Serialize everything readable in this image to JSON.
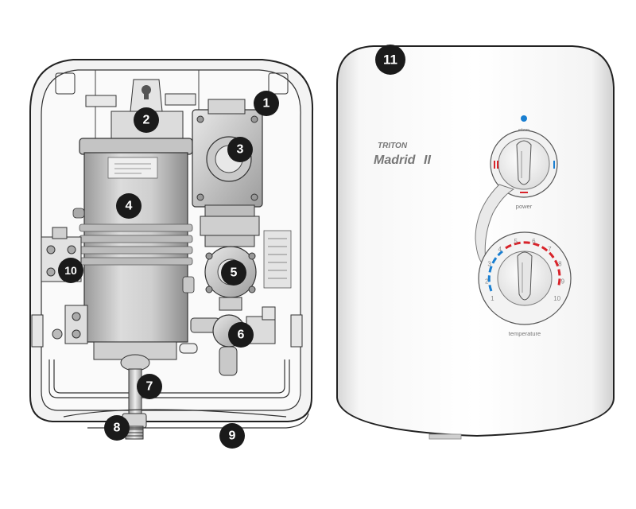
{
  "brand": {
    "maker": "TRITON",
    "model": "Madrid",
    "model_mark": "II"
  },
  "controls": {
    "stop_label": "stop",
    "power_label": "power",
    "temperature_label": "temperature",
    "temperature_scale": [
      "1",
      "2",
      "3",
      "4",
      "5",
      "6",
      "7",
      "8",
      "9",
      "10"
    ]
  },
  "callouts": [
    "1",
    "2",
    "3",
    "4",
    "5",
    "6",
    "7",
    "8",
    "9",
    "10",
    "11"
  ],
  "colors": {
    "hot": "#d8232a",
    "cold": "#1a7fd1",
    "callout_fill": "#1a1a1a",
    "outline": "#222222"
  }
}
